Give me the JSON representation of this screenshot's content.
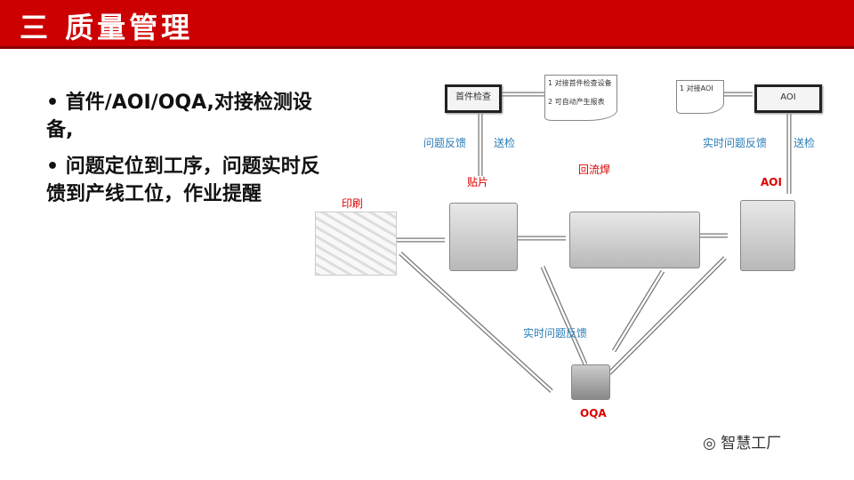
{
  "header": {
    "title": "三 质量管理"
  },
  "bullets": [
    "首件/AOI/OQA,对接检测设备,",
    "问题定位到工序，问题实时反馈到产线工位，作业提醒"
  ],
  "diagram": {
    "first_check_box": "首件检查",
    "first_check_doc": [
      "1 对接首件检查设备",
      "2 可自动产生报表"
    ],
    "aoi_box": "AOI",
    "aoi_doc": "1 对接AOI",
    "feedback_left": "问题反馈",
    "send_left": "送检",
    "feedback_right": "实时问题反馈",
    "send_right": "送检",
    "feedback_center": "实时问题反馈",
    "print": "印刷",
    "mount": "贴片",
    "reflow": "回流焊",
    "aoi": "AOI",
    "oqa": "OQA"
  },
  "watermark": "智慧工厂"
}
